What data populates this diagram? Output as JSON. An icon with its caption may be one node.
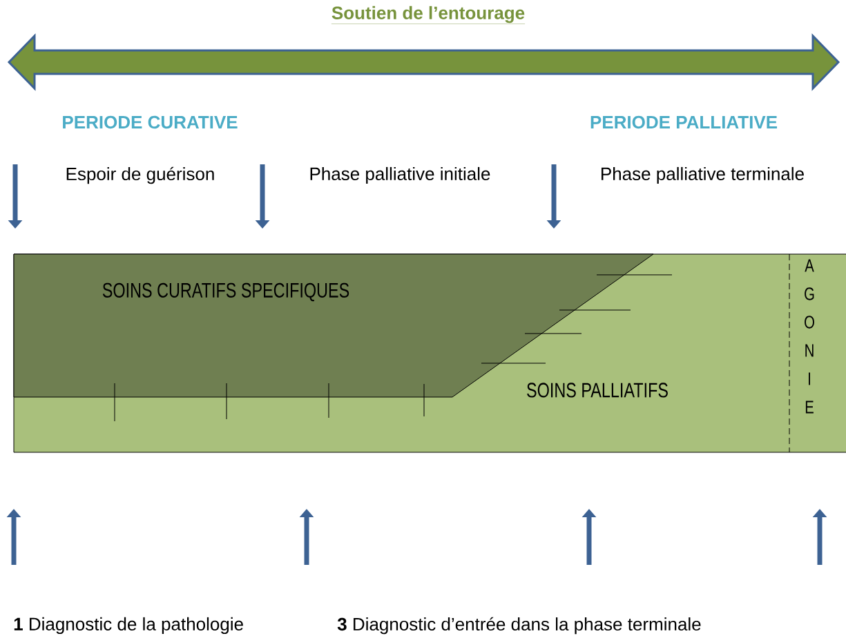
{
  "diagram": {
    "title": "Soutien de l’entourage",
    "nodes": [
      {
        "text": [
          "SOINS PALLIATIFS"
        ]
      },
      {
        "text": [
          "SOINS CURATIFS SPECIFIQUES"
        ],
        "in": 0
      },
      {
        "text": [
          "AGONIE"
        ],
        "in": 0
      }
    ],
    "labels": [
      "PERIODE CURATIVE",
      "PERIODE PALLIATIVE",
      "Espoir de guérison",
      "Phase palliative initiale",
      "Phase palliative terminale",
      "**1** Diagnostic de la pathologie",
      "**3** Diagnostic d’entrée dans la phase terminale"
    ]
  }
}
